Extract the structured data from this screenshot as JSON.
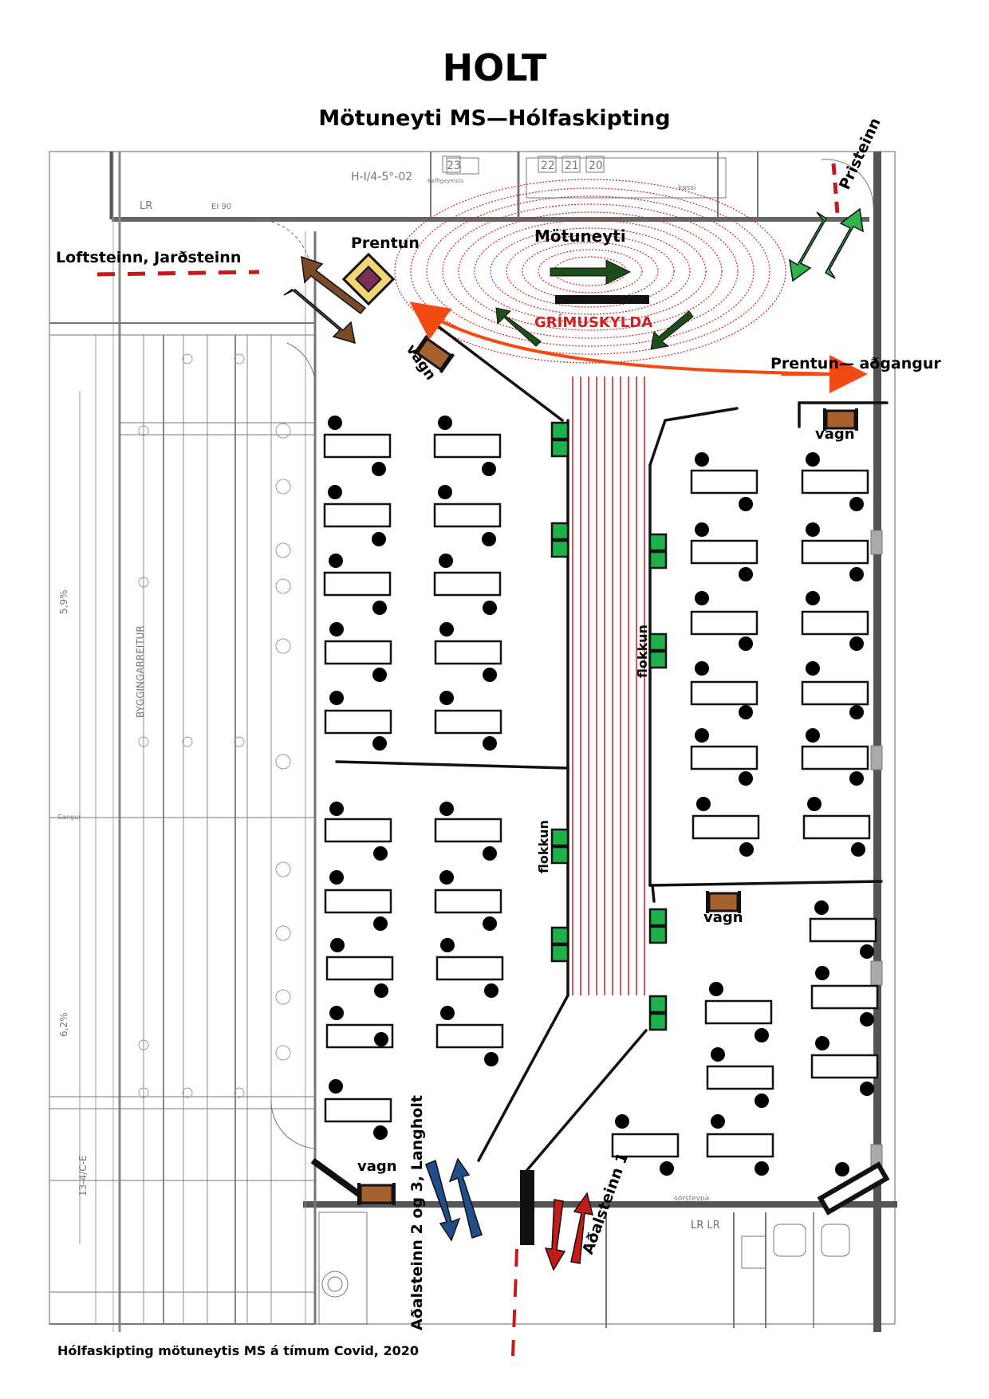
{
  "title": "HOLT",
  "subtitle": "Mötuneyti MS—Hólfaskipting",
  "footer": "Hólfaskipting mötuneytis MS á tímum Covid, 2020",
  "labels": {
    "loftsteinn": "Loftsteinn, Jarðsteinn",
    "prentun": "Prentun",
    "motuneyti": "Mötuneyti",
    "grimuskylda": "GRÍMUSKYLDA",
    "prentun_adgangur": "Prentun— aðgangur",
    "pristeinn": "Pristeinn",
    "vagn": "vagn",
    "flokkun": "flokkun",
    "adalsteinn1": "Aðalsteinn 1",
    "adalsteinn23": "Aðalsteinn 2 og 3, Langholt"
  },
  "background_plan": {
    "room_numbers": [
      "23",
      "22",
      "21",
      "20"
    ],
    "text": [
      "LR",
      "EI 90",
      "LR",
      "LR LR",
      "H-I/4-5°-02",
      "5,9%",
      "6,2%",
      "BYGGINGARREITUR",
      "Gangur",
      "13-4/C-E",
      "sorsteypa",
      "Kaffigeymsla",
      "kassi"
    ]
  },
  "colors": {
    "walkway_red": "#cc1111",
    "mask_zone": "#d42020",
    "brown_arrow": "#7b4a28",
    "green_arrow": "#2fb34a",
    "dark_green_arrow": "#1f4d1a",
    "orange_arrow": "#f24a12",
    "blue_arrow": "#1f4e8a",
    "red_arrow": "#c41a1a",
    "station_green": "#1db04b",
    "cart_brown": "#a5612e",
    "printer_purple": "#7a2f57",
    "printer_yellow": "#f2d676"
  },
  "icons": [
    "table-icon",
    "chair-icon",
    "cart-icon",
    "sorting-station-icon",
    "printer-icon",
    "arrow-icon"
  ]
}
